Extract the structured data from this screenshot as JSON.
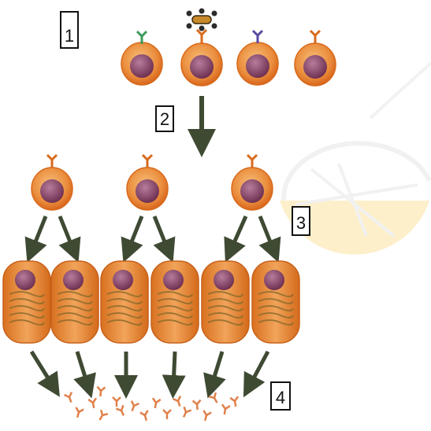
{
  "labels": {
    "step_1": "1",
    "step_2": "2",
    "step_3": "3",
    "step_4": "4"
  },
  "colors": {
    "cell_fill": "#e8873a",
    "cell_outline": "#d86a1c",
    "nucleus": "#8b4a6c",
    "plasma_fill": "#e2883b",
    "plasma_stripes": "#8a6a2a",
    "arrow": "#3f4a33",
    "antibody": "#e0804a",
    "receptor_green": "#3c9a5a",
    "receptor_purple": "#5a4aa0",
    "antigen": "#c78a2a",
    "watermark": "#fde3a0"
  },
  "icons": [
    "antigen-icon",
    "receptor-icon",
    "antibody-icon",
    "arrow-icon",
    "lemon-watermark-icon"
  ]
}
